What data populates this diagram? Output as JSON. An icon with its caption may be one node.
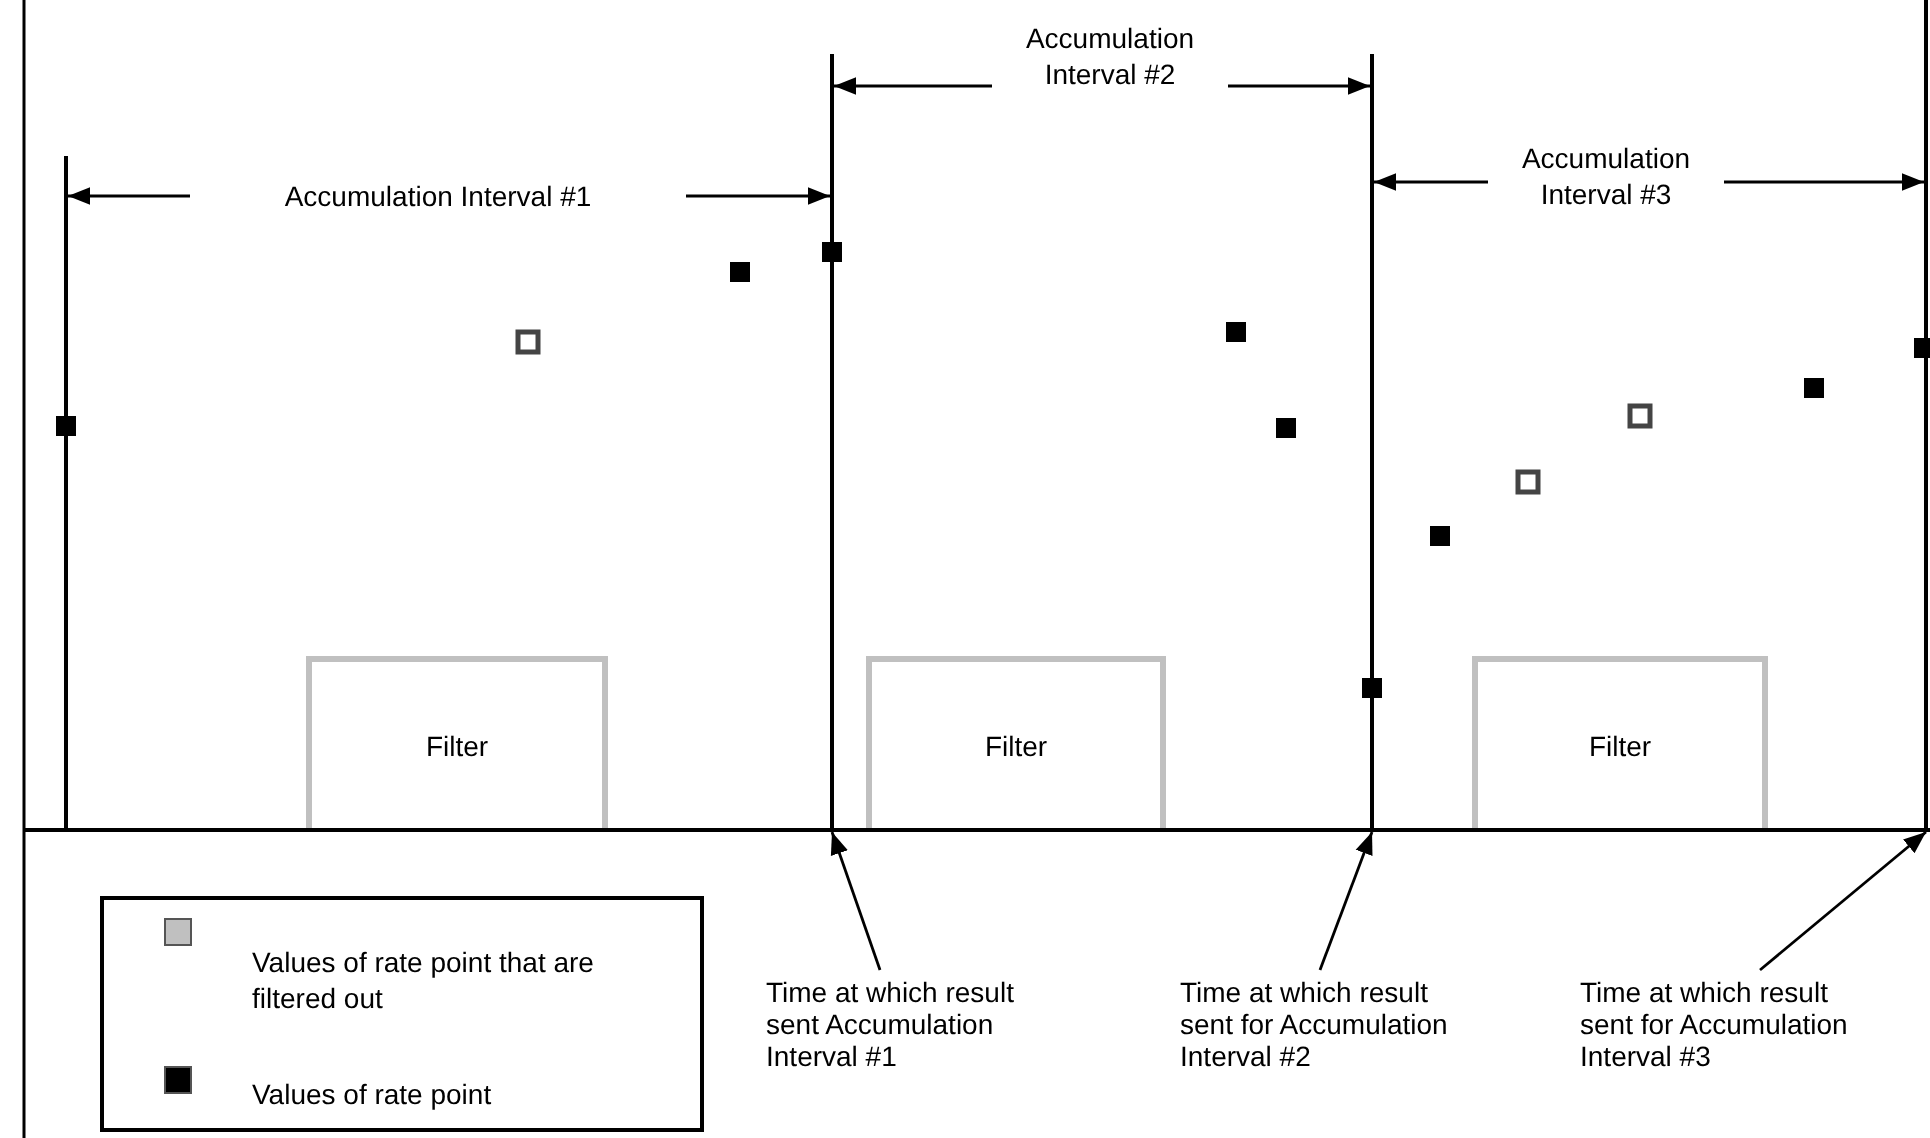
{
  "diagram": {
    "nodes": [
      {
        "text": [
          "Filter"
        ]
      },
      {
        "text": [
          "Filter"
        ]
      },
      {
        "text": [
          "Filter"
        ]
      },
      {
        "text": [
          "Time at which result sent Accumulation Interval #1"
        ]
      },
      {
        "text": [
          "Time at which result sent for Accumulation Interval #2"
        ]
      },
      {
        "text": [
          "Time at which result sent for Accumulation Interval #3"
        ]
      },
      {
        "text": [],
        "shape": "bar"
      },
      {
        "text": [],
        "shape": "bar"
      },
      {
        "text": [],
        "shape": "bar"
      },
      {
        "text": [],
        "shape": "bar"
      },
      {
        "text": [],
        "shape": "bar"
      }
    ],
    "edges": [
      {
        "from": 3,
        "to": 7,
        "arrow": "to"
      },
      {
        "from": 4,
        "to": 8,
        "arrow": "to"
      },
      {
        "from": 5,
        "to": 9,
        "arrow": "to"
      },
      {
        "from": 6,
        "to": 7,
        "arrow": "both",
        "label": "Accumulation Interval #1"
      },
      {
        "from": 7,
        "to": 8,
        "arrow": "both",
        "label": "Accumulation Interval #2"
      },
      {
        "from": 8,
        "to": 9,
        "arrow": "both",
        "label": "Accumulation Interval #3"
      }
    ],
    "legend": [
      {
        "text": "Values of rate point that are filtered out",
        "color": "#c0c0c0"
      },
      {
        "text": "Values of rate point",
        "color": "#000000"
      }
    ]
  }
}
